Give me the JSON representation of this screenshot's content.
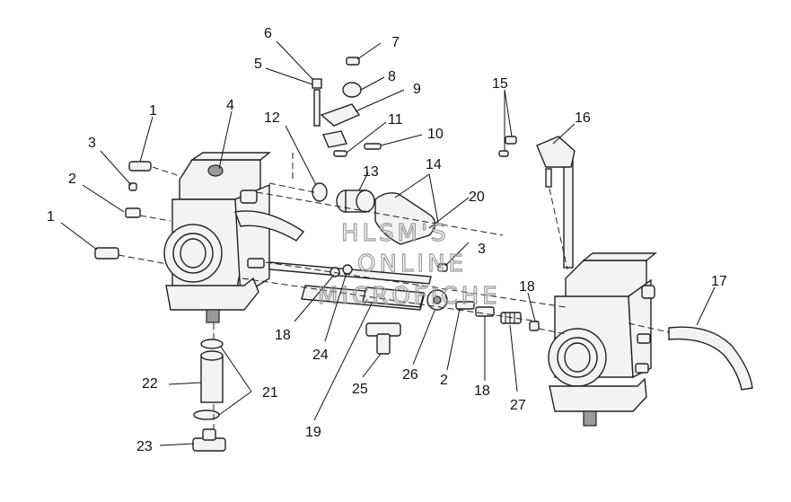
{
  "watermark": {
    "line1": "HLSM'S",
    "line2": "ONLINE",
    "line3": "MICROFICHE"
  },
  "callouts": [
    {
      "id": "c1a",
      "text": "1"
    },
    {
      "id": "c1b",
      "text": "1"
    },
    {
      "id": "c2a",
      "text": "2"
    },
    {
      "id": "c2b",
      "text": "2"
    },
    {
      "id": "c3a",
      "text": "3"
    },
    {
      "id": "c3b",
      "text": "3"
    },
    {
      "id": "c4",
      "text": "4"
    },
    {
      "id": "c5",
      "text": "5"
    },
    {
      "id": "c6",
      "text": "6"
    },
    {
      "id": "c7",
      "text": "7"
    },
    {
      "id": "c8",
      "text": "8"
    },
    {
      "id": "c9",
      "text": "9"
    },
    {
      "id": "c10",
      "text": "10"
    },
    {
      "id": "c11",
      "text": "11"
    },
    {
      "id": "c12",
      "text": "12"
    },
    {
      "id": "c13",
      "text": "13"
    },
    {
      "id": "c14",
      "text": "14"
    },
    {
      "id": "c15",
      "text": "15"
    },
    {
      "id": "c16",
      "text": "16"
    },
    {
      "id": "c17",
      "text": "17"
    },
    {
      "id": "c18a",
      "text": "18"
    },
    {
      "id": "c18b",
      "text": "18"
    },
    {
      "id": "c18c",
      "text": "18"
    },
    {
      "id": "c19",
      "text": "19"
    },
    {
      "id": "c20",
      "text": "20"
    },
    {
      "id": "c21",
      "text": "21"
    },
    {
      "id": "c22",
      "text": "22"
    },
    {
      "id": "c23",
      "text": "23"
    },
    {
      "id": "c24",
      "text": "24"
    },
    {
      "id": "c25",
      "text": "25"
    },
    {
      "id": "c26",
      "text": "26"
    },
    {
      "id": "c27",
      "text": "27"
    }
  ]
}
